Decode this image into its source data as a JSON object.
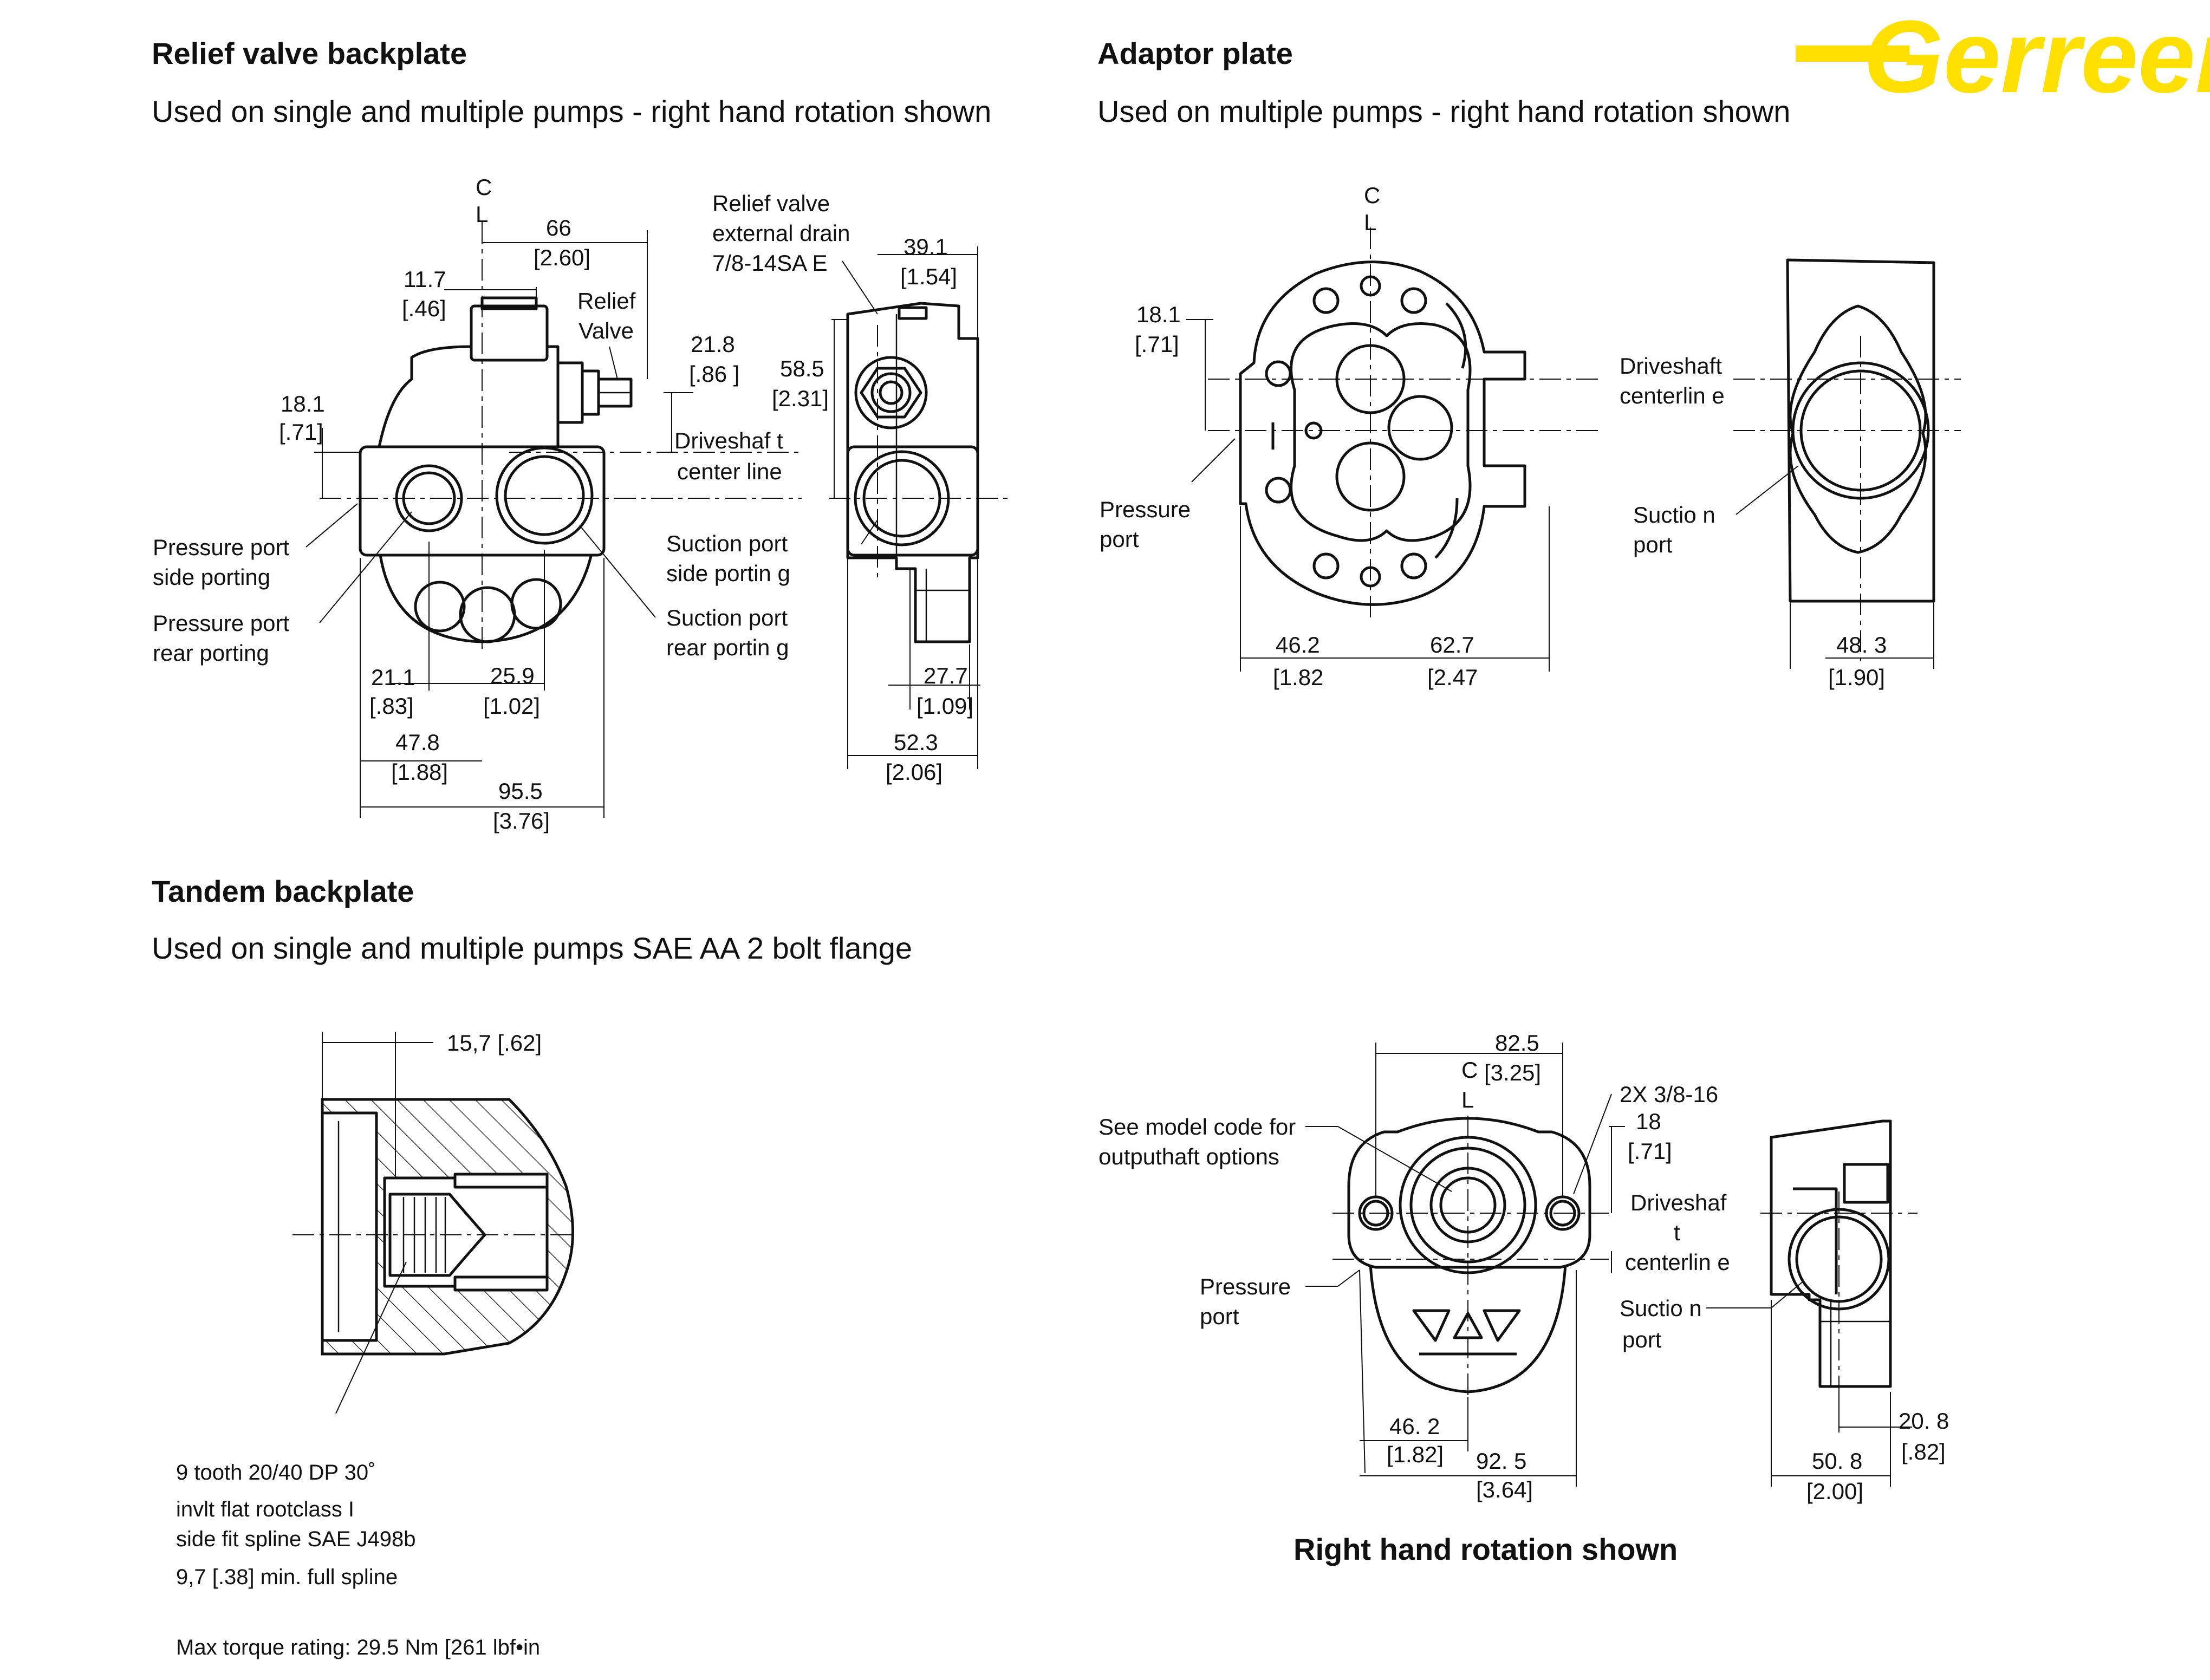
{
  "brand": {
    "name": "Gerreen",
    "color": "#FFE000"
  },
  "relief": {
    "title": "Relief valve backplate",
    "subtitle": "Used on single and multiple pumps - right hand rotation shown",
    "cl_c": "C",
    "cl_l": "L",
    "d66": "66",
    "d66i": "[2.60]",
    "d117": "11.7",
    "d117i": "[.46]",
    "relief1": "Relief",
    "relief2": "Valve",
    "d218": "21.8",
    "d218i": "[.86 ]",
    "d181": "18.1",
    "d181i": "[.71]",
    "drive1": "Driveshaf t",
    "drive2": "center line",
    "pps1": "Pressure port",
    "pps2": "side porting",
    "ppr1": "Pressure port",
    "ppr2": "rear porting",
    "sps1": "Suction port",
    "sps2": "side portin g",
    "spr1": "Suction port",
    "spr2": "rear portin g",
    "d211": "21.1",
    "d211i": "[.83]",
    "d259": "25.9",
    "d259i": "[1.02]",
    "d478": "47.8",
    "d478i": "[1.88]",
    "d955": "95.5",
    "d955i": "[3.76]",
    "drain1": "Relief valve",
    "drain2": "external drain",
    "drain3": "7/8-14SA E",
    "d391": "39.1",
    "d391i": "[1.54]",
    "d585": "58.5",
    "d585i": "[2.31]",
    "d277": "27.7",
    "d277i": "[1.09]",
    "d523": "52.3",
    "d523i": "[2.06]"
  },
  "adaptor": {
    "title": "Adaptor plate",
    "subtitle": "Used on multiple pumps - right hand rotation shown",
    "cl_c": "C",
    "cl_l": "L",
    "d181": "18.1",
    "d181i": "[.71]",
    "pp1": "Pressure",
    "pp2": "port",
    "d462": "46.2",
    "d462i": "[1.82",
    "d627": "62.7",
    "d627i": "[2.47",
    "drive1": "Driveshaft",
    "drive2": "centerlin e",
    "sp1": "Suctio n",
    "sp2": "port",
    "d483": "48. 3",
    "d483i": "[1.90]"
  },
  "tandem": {
    "title": "Tandem backplate",
    "subtitle": "Used on single and multiple pumps SAE AA 2 bolt flange",
    "d157": "15,7 [.62]",
    "n1": "9 tooth 20/40 DP 30˚",
    "n2": "invlt flat rootclass I",
    "n3": "side fit spline SAE J498b",
    "n4": "9,7 [.38] min. full spline",
    "n5": "Max torque rating: 29.5 Nm [261 lbf•in"
  },
  "front": {
    "d825": "82.5",
    "d825i": "[3.25]",
    "cl_c": "C",
    "cl_l": "L",
    "bolt": "2X 3/8-16",
    "d18": "18",
    "d18i": "[.71]",
    "model1": "See model code for",
    "model2": "outputhaft options",
    "drive1": "Driveshaf",
    "drive2": "t",
    "drive3": "centerlin e",
    "pp1": "Pressure",
    "pp2": "port",
    "sp1": "Suctio n",
    "sp2": "port",
    "d462": "46. 2",
    "d462i": "[1.82]",
    "d925": "92. 5",
    "d925i": "[3.64]",
    "d508": "50. 8",
    "d508i": "[2.00]",
    "d208": "20. 8",
    "d208i": "[.82]",
    "footer": "Right hand rotation shown"
  }
}
